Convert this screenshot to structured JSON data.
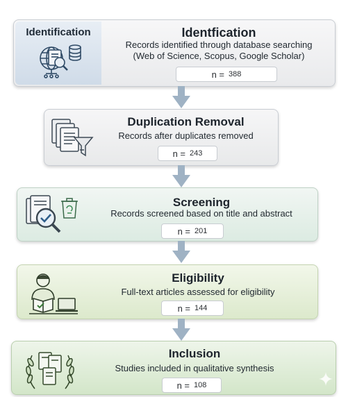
{
  "diagram": {
    "steps": [
      {
        "side_label": "Identification",
        "title": "Identfication",
        "description_line1": "Records identified through database searching",
        "description_line2": "(Web of Science, Scopus, Google Scholar)",
        "n_label": "n =",
        "n_value": "388",
        "icon": "database-search-icon"
      },
      {
        "title": "Duplication Removal",
        "description_line1": "Records after duplicates removed",
        "n_label": "n =",
        "n_value": "243",
        "icon": "document-filter-icon"
      },
      {
        "title": "Screening",
        "description_line1": "Records screened based on title and abstract",
        "n_label": "n =",
        "n_value": "201",
        "icon": "document-magnifier-icon"
      },
      {
        "title": "Eligibility",
        "description_line1": "Full-text articles assessed for eligibility",
        "n_label": "n =",
        "n_value": "144",
        "icon": "person-reading-icon"
      },
      {
        "title": "Inclusion",
        "description_line1": "Studies included in qualitative synthesis",
        "n_label": "n =",
        "n_value": "108",
        "icon": "laurel-documents-icon"
      }
    ],
    "colors": {
      "arrow": "#9fb2c4",
      "identification_panel": "#d6e0ea",
      "screening_bg": "#e4efe8",
      "eligibility_bg": "#e5eedb",
      "inclusion_bg": "#dcebd4"
    }
  }
}
